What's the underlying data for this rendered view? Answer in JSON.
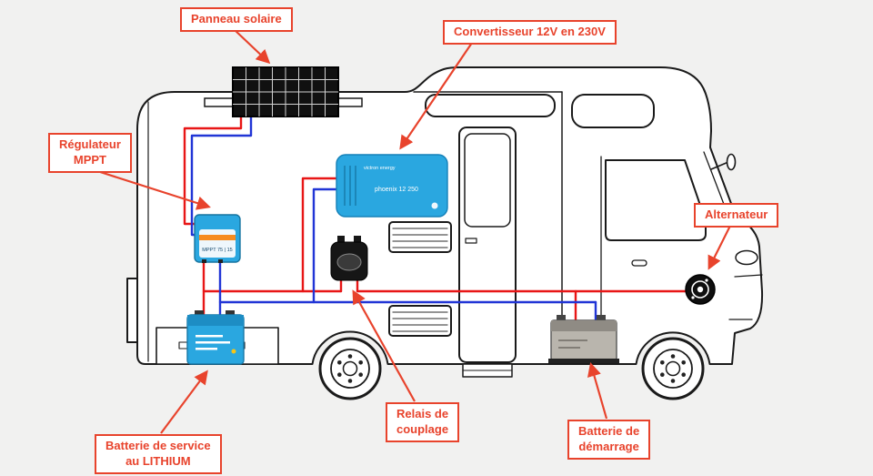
{
  "diagram": {
    "title_hint": "Camper van 12V electrical wiring diagram",
    "background": "#f1f1f0",
    "accent_red": "#e8432c",
    "wire_red": "#e81616",
    "wire_blue": "#2135d6",
    "victron_blue": "#2aa7e0",
    "starter_battery_gray": "#b9b5ad"
  },
  "labels": {
    "solar_panel": "Panneau solaire",
    "inverter": "Convertisseur 12V en 230V",
    "mppt": "Régulateur\nMPPT",
    "alternator": "Alternateur",
    "service_battery": "Batterie de service\nau LITHIUM",
    "relay": "Relais de\ncouplage",
    "starter_battery": "Batterie de\ndémarrage"
  },
  "devices": {
    "inverter_brand": "victron energy",
    "inverter_model": "phoenix 12 250",
    "mppt_model": "MPPT 75 | 15"
  }
}
